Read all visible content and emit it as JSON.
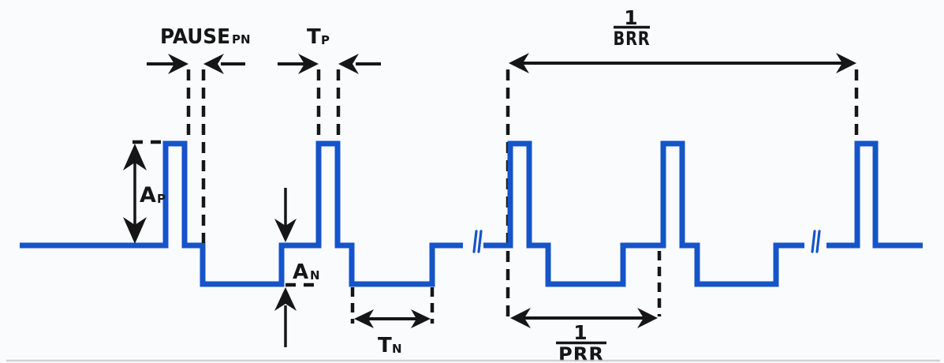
{
  "colors": {
    "background": "#fafbfc",
    "waveform_blue": "#1554c9",
    "annotation_black": "#161616",
    "artifact_gray": "#c8c8c8"
  },
  "labels": {
    "pause": {
      "main": "PAUSE",
      "sub": "PN"
    },
    "pulse_width": {
      "main": "T",
      "sub": "P"
    },
    "burst_period": {
      "numerator": "1",
      "denominator": "BRR"
    },
    "positive_amplitude": {
      "main": "A",
      "sub": "P"
    },
    "negative_amplitude": {
      "main": "A",
      "sub": "N"
    },
    "negative_width": {
      "main": "T",
      "sub": "N"
    },
    "pulse_period": {
      "numerator": "1",
      "denominator": "PRR"
    }
  },
  "waveform": {
    "path_segments": [
      "M25,311 H210 V182 H234 V311 H257 V360 H357 V311 H404 V182 H428 V311 H446 V360 H548 V311 H587",
      "M613,311 H647 V182 H671 V311 H695 V360 H790 V311 H841 V182 H865 V311 H884 V360 H984 V311 H1020",
      "M1048,311 H1087 V182 H1110 V311 H1170"
    ]
  }
}
